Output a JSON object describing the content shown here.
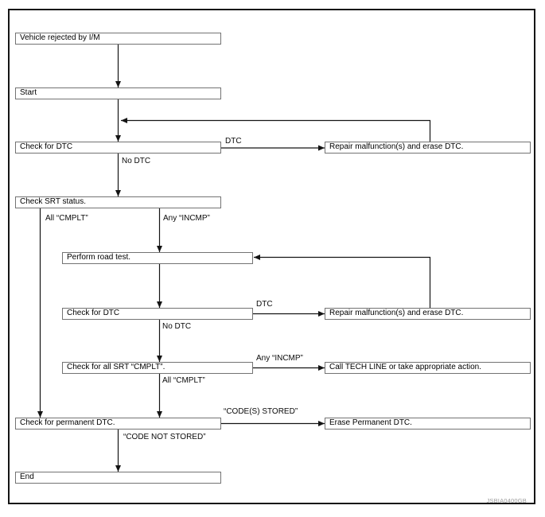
{
  "figure_code": "JSBIA0400GB",
  "flowchart": {
    "nodes": {
      "vehicle_rejected": "Vehicle rejected by I/M",
      "start": "Start",
      "check_dtc_1": "Check for DTC",
      "repair_1": "Repair malfunction(s) and erase DTC.",
      "check_srt": "Check SRT status.",
      "perform_road_test": "Perform road test.",
      "check_dtc_2": "Check for DTC",
      "repair_2": "Repair malfunction(s) and erase DTC.",
      "check_all_srt": "Check for all SRT “CMPLT”.",
      "call_tech_line": "Call TECH LINE or take appropriate action.",
      "check_permanent_dtc": "Check for permanent DTC.",
      "erase_permanent_dtc": "Erase Permanent DTC.",
      "end": "End"
    },
    "edge_labels": {
      "dtc_1": "DTC",
      "no_dtc_1": "No DTC",
      "all_cmplt_1": "All “CMPLT”",
      "any_incmp_1": "Any “INCMP”",
      "dtc_2": "DTC",
      "no_dtc_2": "No DTC",
      "any_incmp_2": "Any “INCMP”",
      "all_cmplt_2": "All “CMPLT”",
      "codes_stored": "“CODE(S) STORED”",
      "code_not_stored": "“CODE NOT STORED”"
    }
  }
}
